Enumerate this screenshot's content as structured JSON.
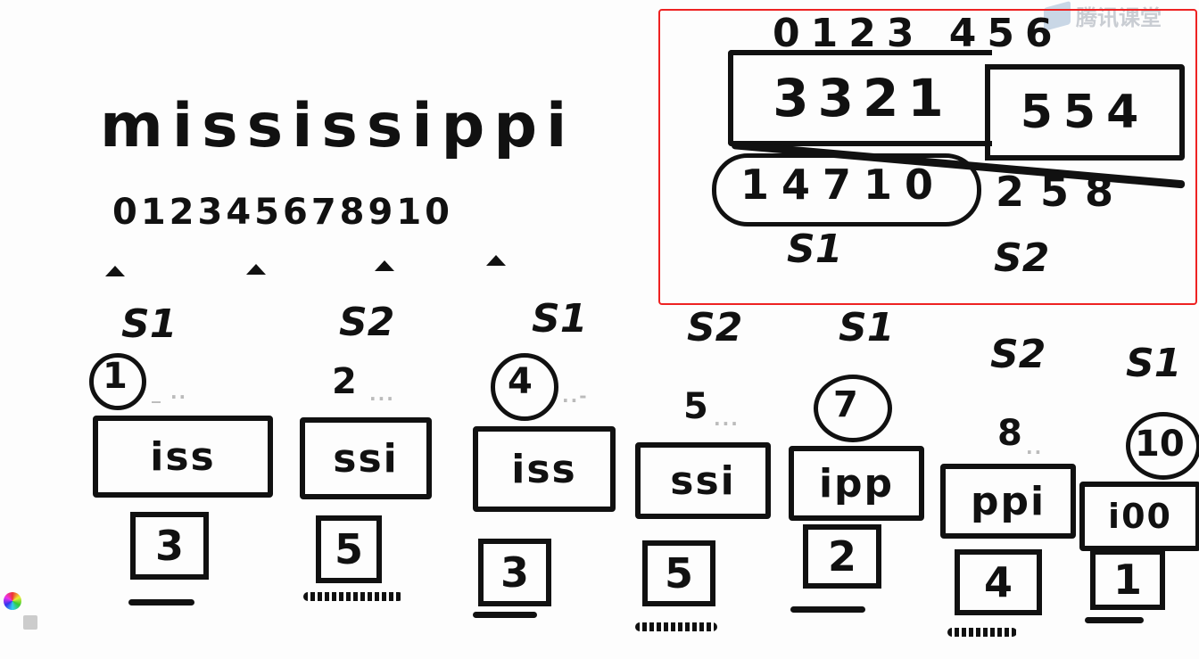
{
  "watermark": {
    "text": "腾讯课堂",
    "logo_icon": "tencent-classroom-logo"
  },
  "main": {
    "string": "mississippi",
    "index_row": "012345678910"
  },
  "groups": [
    {
      "set": "S1",
      "index": "1",
      "circled": true,
      "triple": "iss",
      "rank": "3"
    },
    {
      "set": "S2",
      "index": "2",
      "circled": false,
      "triple": "ssi",
      "rank": "5"
    },
    {
      "set": "S1",
      "index": "4",
      "circled": true,
      "triple": "iss",
      "rank": "3"
    },
    {
      "set": "S2",
      "index": "5",
      "circled": false,
      "triple": "ssi",
      "rank": "5"
    },
    {
      "set": "S1",
      "index": "7",
      "circled": true,
      "triple": "ipp",
      "rank": "2"
    },
    {
      "set": "S2",
      "index": "8",
      "circled": false,
      "triple": "ppi",
      "rank": "4"
    },
    {
      "set": "S1",
      "index": "10",
      "circled": true,
      "triple": "i00",
      "rank": "1"
    }
  ],
  "inset": {
    "positions": "0123 456",
    "ranks_left": "3321",
    "ranks_right": "554",
    "indices_s1": "14710",
    "indices_s2": "258",
    "label_s1": "S1",
    "label_s2": "S2",
    "border_color": "#e22222"
  }
}
